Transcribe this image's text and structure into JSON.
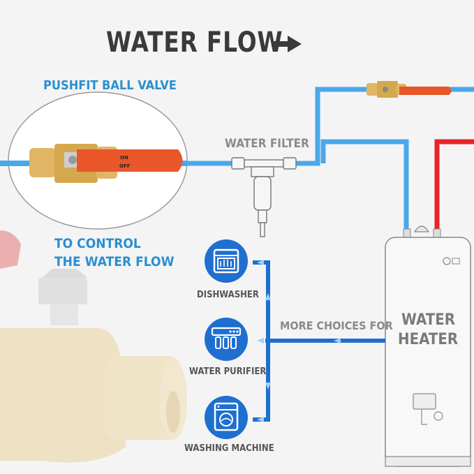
{
  "title": "WATER FLOW",
  "callout": {
    "title": "PUSHFIT BALL VALVE",
    "subtitle_line1": "TO CONTROL",
    "subtitle_line2": "THE WATER FLOW",
    "handle_on": "ON",
    "handle_off": "OFF"
  },
  "filter_label": "WATER FILTER",
  "more_choices_label": "MORE CHOICES FOR",
  "heater": {
    "line1": "WATER",
    "line2": "HEATER"
  },
  "appliances": [
    {
      "label": "DISHWASHER",
      "icon": "dishwasher-icon"
    },
    {
      "label": "WATER PURIFIER",
      "icon": "water-purifier-icon"
    },
    {
      "label": "WASHING MACHINE",
      "icon": "washing-machine-icon"
    }
  ],
  "colors": {
    "cold_pipe": "#4aa8ea",
    "hot_pipe": "#e8232a",
    "branch_pipe": "#1e6fd0",
    "accent_text": "#2a8fd0",
    "valve_handle": "#e8562a",
    "brass": "#e2c08a"
  }
}
